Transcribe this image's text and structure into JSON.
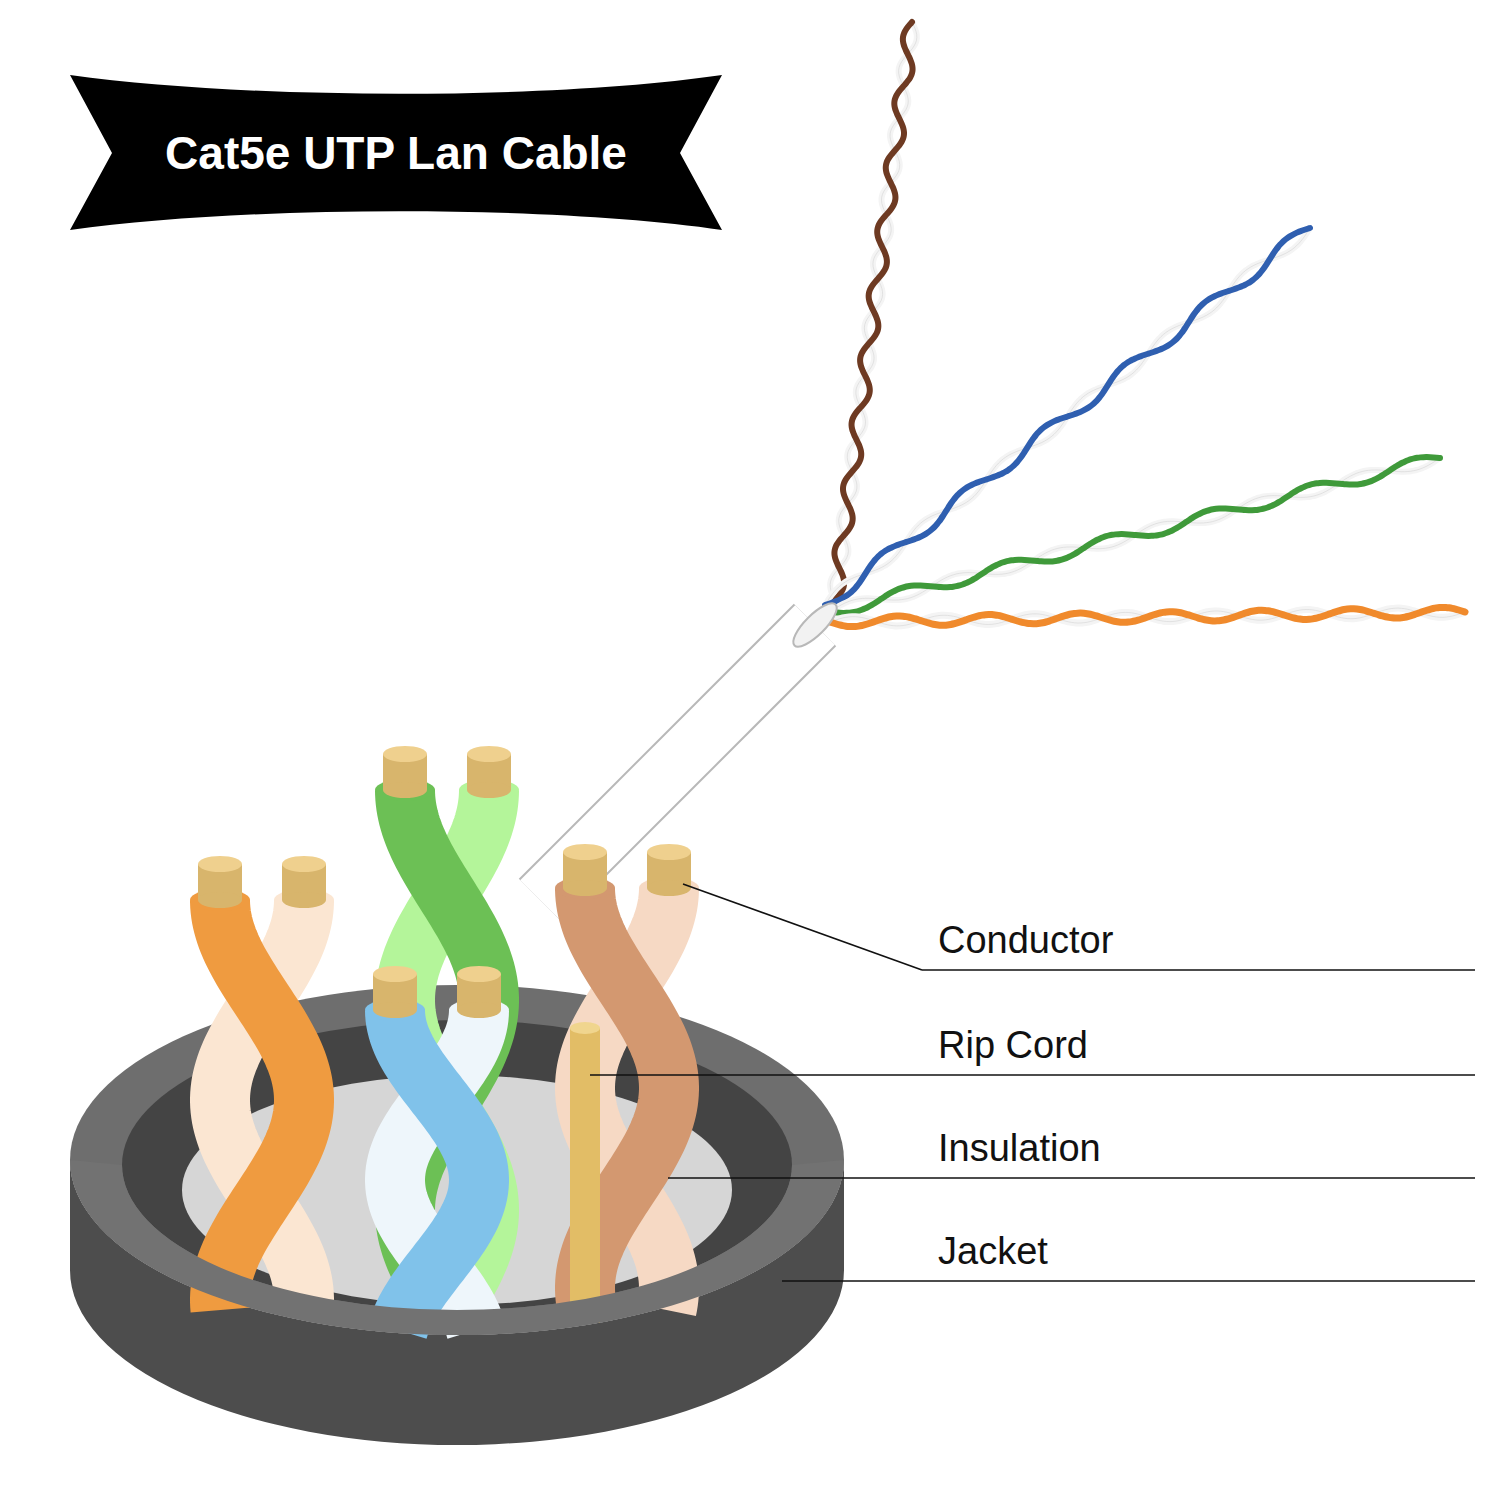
{
  "diagram": {
    "title": "Cat5e UTP Lan Cable",
    "labels": [
      "Conductor",
      "Rip Cord",
      "Insulation",
      "Jacket"
    ]
  }
}
